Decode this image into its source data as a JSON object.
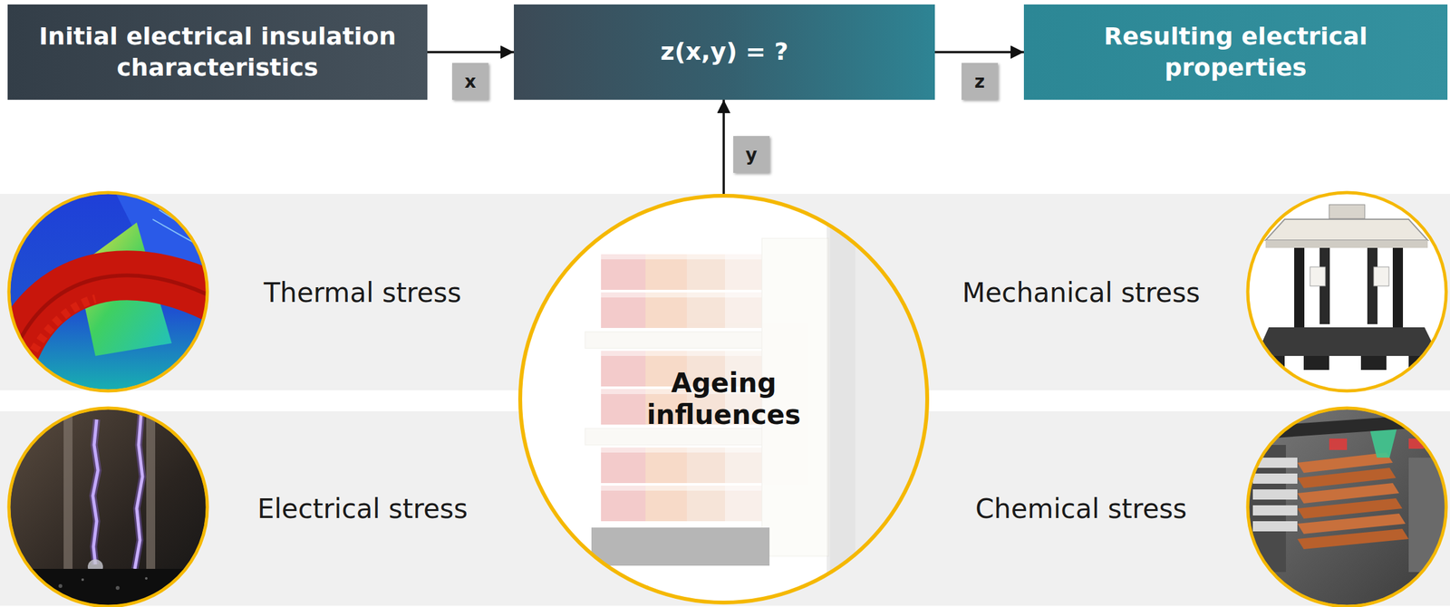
{
  "diagram": {
    "nodes": [
      {
        "text": [
          "Initial electrical insulation characteristics"
        ]
      },
      {
        "text": [
          "z(x,y) = ?"
        ]
      },
      {
        "text": [
          "Resulting electrical properties"
        ]
      },
      {
        "text": [
          "Thermal stress",
          "Mechanical stress"
        ]
      },
      {
        "text": [
          "Electrical stress",
          "Chemical stress"
        ]
      },
      {
        "text": [
          "Ageing influences"
        ]
      }
    ],
    "edges": [
      {
        "from": 0,
        "to": 1,
        "arrow": "to",
        "label": "x"
      },
      {
        "from": 1,
        "to": 2,
        "arrow": "to",
        "label": "z"
      },
      {
        "from": 5,
        "to": 1,
        "arrow": "to",
        "label": "y"
      }
    ]
  }
}
